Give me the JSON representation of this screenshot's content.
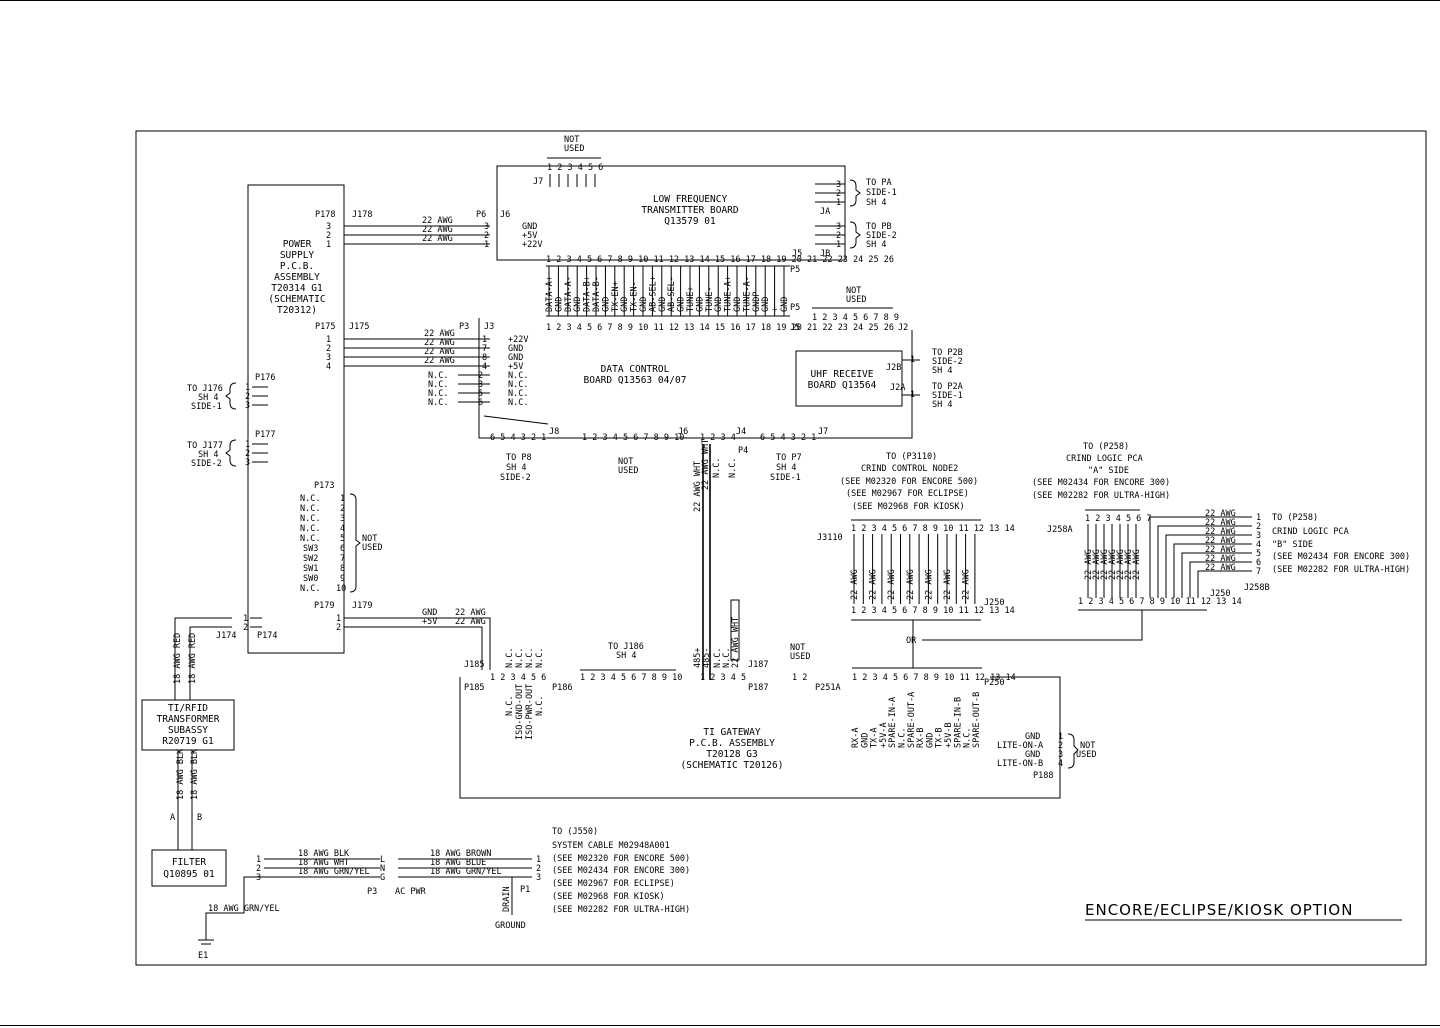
{
  "title": "ENCORE/ECLIPSE/KIOSK OPTION",
  "blocks": {
    "power_supply": [
      "POWER",
      "SUPPLY",
      "P.C.B.",
      "ASSEMBLY",
      "T20314 G1",
      "(SCHEMATIC",
      "T20312)"
    ],
    "lf_transmitter": [
      "LOW FREQUENCY",
      "TRANSMITTER BOARD",
      "Q13579 01"
    ],
    "data_control": [
      "DATA CONTROL",
      "BOARD Q13563 04/07"
    ],
    "uhf_receive": [
      "UHF RECEIVE",
      "BOARD Q13564"
    ],
    "ti_gateway": [
      "TI GATEWAY",
      "P.C.B. ASSEMBLY",
      "T20128 G3",
      "(SCHEMATIC T20126)"
    ],
    "transformer": [
      "TI/RFID",
      "TRANSFORMER",
      "SUBASSY",
      "R20719 G1"
    ],
    "filter": [
      "FILTER",
      "Q10895 01"
    ]
  },
  "connectors": {
    "p178": "P178",
    "j178": "J178",
    "p175": "P175",
    "j175": "J175",
    "p176": "P176",
    "p177": "P177",
    "p173": "P173",
    "p179": "P179",
    "j179": "J179",
    "j174": "J174",
    "p174": "P174",
    "p6": "P6",
    "j6": "J6",
    "p3": "P3",
    "j3": "J3",
    "j7": "J7",
    "ja": "JA",
    "jb": "JB",
    "j5": "J5",
    "p5": "P5",
    "j2": "J2",
    "j2b": "J2B",
    "j2a": "J2A",
    "j8": "J8",
    "j6b": "J6",
    "j4": "J4",
    "p4": "P4",
    "j185": "J185",
    "p185": "P185",
    "p186": "P186",
    "j187": "J187",
    "p187": "P187",
    "p251a": "P251A",
    "p250": "P250",
    "p188": "P188",
    "j3110": "J3110",
    "j250": "J250",
    "j258a": "J258A",
    "j258b": "J258B",
    "j250b": "J250",
    "p3b": "P3",
    "p1": "P1",
    "e1": "E1",
    "a": "A",
    "b": "B"
  },
  "labels": {
    "not_used": [
      "NOT",
      "USED"
    ],
    "awg22": "22 AWG",
    "ps_pins": [
      "GND",
      "+5V",
      "+22V"
    ],
    "j3_pins": [
      "+22V",
      "GND",
      "GND",
      "+5V",
      "N.C.",
      "N.C.",
      "N.C.",
      "N.C."
    ],
    "p3_nc": [
      "N.C.",
      "N.C.",
      "N.C.",
      "N.C."
    ],
    "p173_pins": [
      "N.C.",
      "N.C.",
      "N.C.",
      "N.C.",
      "N.C.",
      "SW3",
      "SW2",
      "SW1",
      "SW0",
      "N.C."
    ],
    "to_j176": [
      "TO J176",
      "SH 4",
      "SIDE-1"
    ],
    "to_j177": [
      "TO J177",
      "SH 4",
      "SIDE-2"
    ],
    "to_pa": [
      "TO PA",
      "SIDE-1",
      "SH 4"
    ],
    "to_pb": [
      "TO PB",
      "SIDE-2",
      "SH 4"
    ],
    "to_p2b": [
      "TO P2B",
      "SIDE-2",
      "SH 4"
    ],
    "to_p2a": [
      "TO P2A",
      "SIDE-1",
      "SH 4"
    ],
    "to_p8": [
      "TO P8",
      "SH 4",
      "SIDE-2"
    ],
    "to_p7": [
      "TO P7",
      "SH 4",
      "SIDE-1"
    ],
    "to_j186": [
      "TO J186",
      "SH 4"
    ],
    "j179_sig": [
      "GND",
      "+5V"
    ],
    "j5_signals": [
      "DATA-A+",
      "GND",
      "DATA-A-",
      "GND",
      "DATA-B+",
      "DATA-B-",
      "GND",
      "TX-EN+",
      "GND",
      "TX-EN-",
      "GND",
      "AB-SEL+",
      "GND",
      "AB-SEL-",
      "GND",
      "TUNE+",
      "GND",
      "TUNE-",
      "GND",
      "TUNE-A+",
      "GND",
      "TUNE-A-",
      "GNDP",
      "GND",
      "+",
      "GND"
    ],
    "p185_sig": [
      "N.C.",
      "ISO-GND-OUT",
      "ISO-PWR-OUT",
      "N.C."
    ],
    "p185_nc": [
      "N.C.",
      "N.C.",
      "N.C.",
      "N.C."
    ],
    "p187_sig": [
      "485+",
      "485-",
      "N.C.",
      "N.C.",
      "22 AWG WHT"
    ],
    "j4_sig": [
      "22 AWG WHT",
      "22 AWG WHT",
      "N.C.",
      "N.C."
    ],
    "p250_sig": [
      "RX-A",
      "GND",
      "TX-A",
      "+5V-A",
      "SPARE-IN-A",
      "N.C.",
      "SPARE-OUT-A",
      "RX-B",
      "GND",
      "TX-B",
      "+5V-B",
      "SPARE-IN-B",
      "N.C.",
      "SPARE-OUT-B"
    ],
    "p188_sig": [
      "GND",
      "LITE-ON-A",
      "GND",
      "LITE-ON-B"
    ],
    "crind_node2": [
      "TO (P3110)",
      "CRIND CONTROL NODE2",
      "(SEE M02320 FOR ENCORE 500)",
      "(SEE M02967 FOR ECLIPSE)",
      "(SEE M02968 FOR KIOSK)"
    ],
    "crind_a": [
      "TO (P258)",
      "CRIND LOGIC PCA",
      "\"A\" SIDE",
      "(SEE M02434 FOR ENCORE 300)",
      "(SEE M02282 FOR ULTRA-HIGH)"
    ],
    "crind_b": [
      "TO (P258)",
      "CRIND LOGIC PCA",
      "\"B\" SIDE",
      "(SEE M02434 FOR ENCORE 300)",
      "(SEE M02282 FOR ULTRA-HIGH)"
    ],
    "or": "OR",
    "awg18_red": "18 AWG RED",
    "awg18_blk": "18 AWG BLK",
    "filter_wires": [
      "18 AWG BLK",
      "18 AWG WHT",
      "18 AWG GRN/YEL"
    ],
    "filter_pins": [
      "L",
      "N",
      "G"
    ],
    "ac_pwr": "AC PWR",
    "sys_wires": [
      "18 AWG BROWN",
      "18 AWG BLUE",
      "18 AWG GRN/YEL"
    ],
    "sys_cable": [
      "TO (J550)",
      "SYSTEM CABLE M02948A001",
      "(SEE M02320 FOR ENCORE 500)",
      "(SEE M02434 FOR ENCORE 300)",
      "(SEE M02967 FOR ECLIPSE)",
      "(SEE M02968 FOR KIOSK)",
      "(SEE M02282 FOR ULTRA-HIGH)"
    ],
    "drain": "DRAIN",
    "ground": "GROUND",
    "grn_yel": "18 AWG GRN/YEL"
  }
}
